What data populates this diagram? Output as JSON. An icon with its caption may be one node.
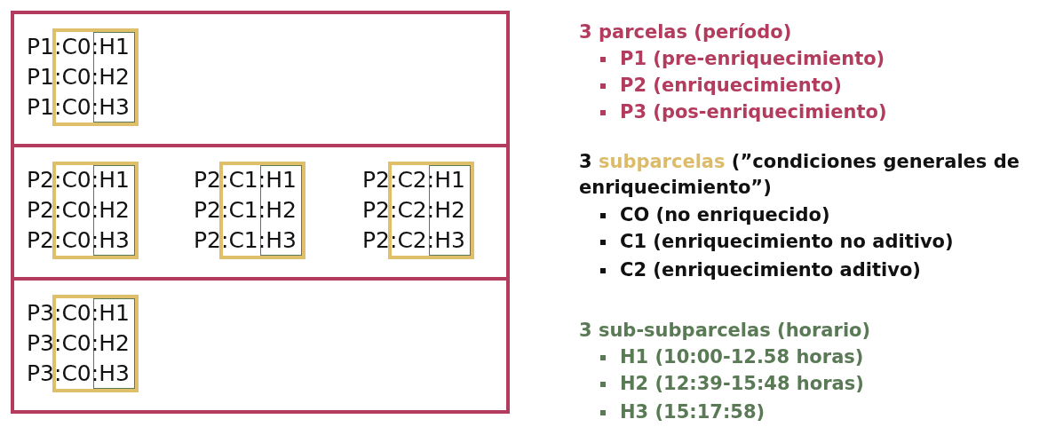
{
  "diagram": {
    "nodes": [
      {
        "text": [],
        "shape": "box"
      },
      {
        "text": [
          "P1:C0:H1",
          "P1:C0:H2",
          "P1:C0:H3"
        ],
        "in": 0
      },
      {
        "text": [],
        "shape": "box",
        "in": 1
      },
      {
        "text": [],
        "shape": "box"
      },
      {
        "text": [
          "P2:C0:H1",
          "P2:C0:H2",
          "P2:C0:H3"
        ],
        "in": 3
      },
      {
        "text": [],
        "shape": "box",
        "in": 4
      },
      {
        "text": [
          "P2:C1:H1",
          "P2:C1:H2",
          "P2:C1:H3"
        ],
        "in": 3
      },
      {
        "text": [],
        "shape": "box",
        "in": 6
      },
      {
        "text": [
          "P2:C2:H1",
          "P2:C2:H2",
          "P2:C2:H3"
        ],
        "in": 3
      },
      {
        "text": [],
        "shape": "box",
        "in": 8
      },
      {
        "text": [],
        "shape": "box"
      },
      {
        "text": [
          "P3:C0:H1",
          "P3:C0:H2",
          "P3:C0:H3"
        ],
        "in": 10
      },
      {
        "text": [],
        "shape": "box",
        "in": 11
      }
    ],
    "edges": [],
    "labels": [
      "3 parcelas (período)",
      "P1 (pre-enriquecimiento)",
      "P2 (enriquecimiento)",
      "P3 (pos-enriquecimiento)",
      "3 subparcelas (”condiciones generales de enriquecimiento”)",
      "CO (no enriquecido)",
      "C1 (enriquecimiento no aditivo)",
      "C2 (enriquecimiento aditivo)",
      "3 sub-subparcelas (horario)",
      "H1 (10:00-12.58 horas)",
      "H2 (12:39-15:48 horas)",
      "H3 (15:17:58)"
    ]
  }
}
